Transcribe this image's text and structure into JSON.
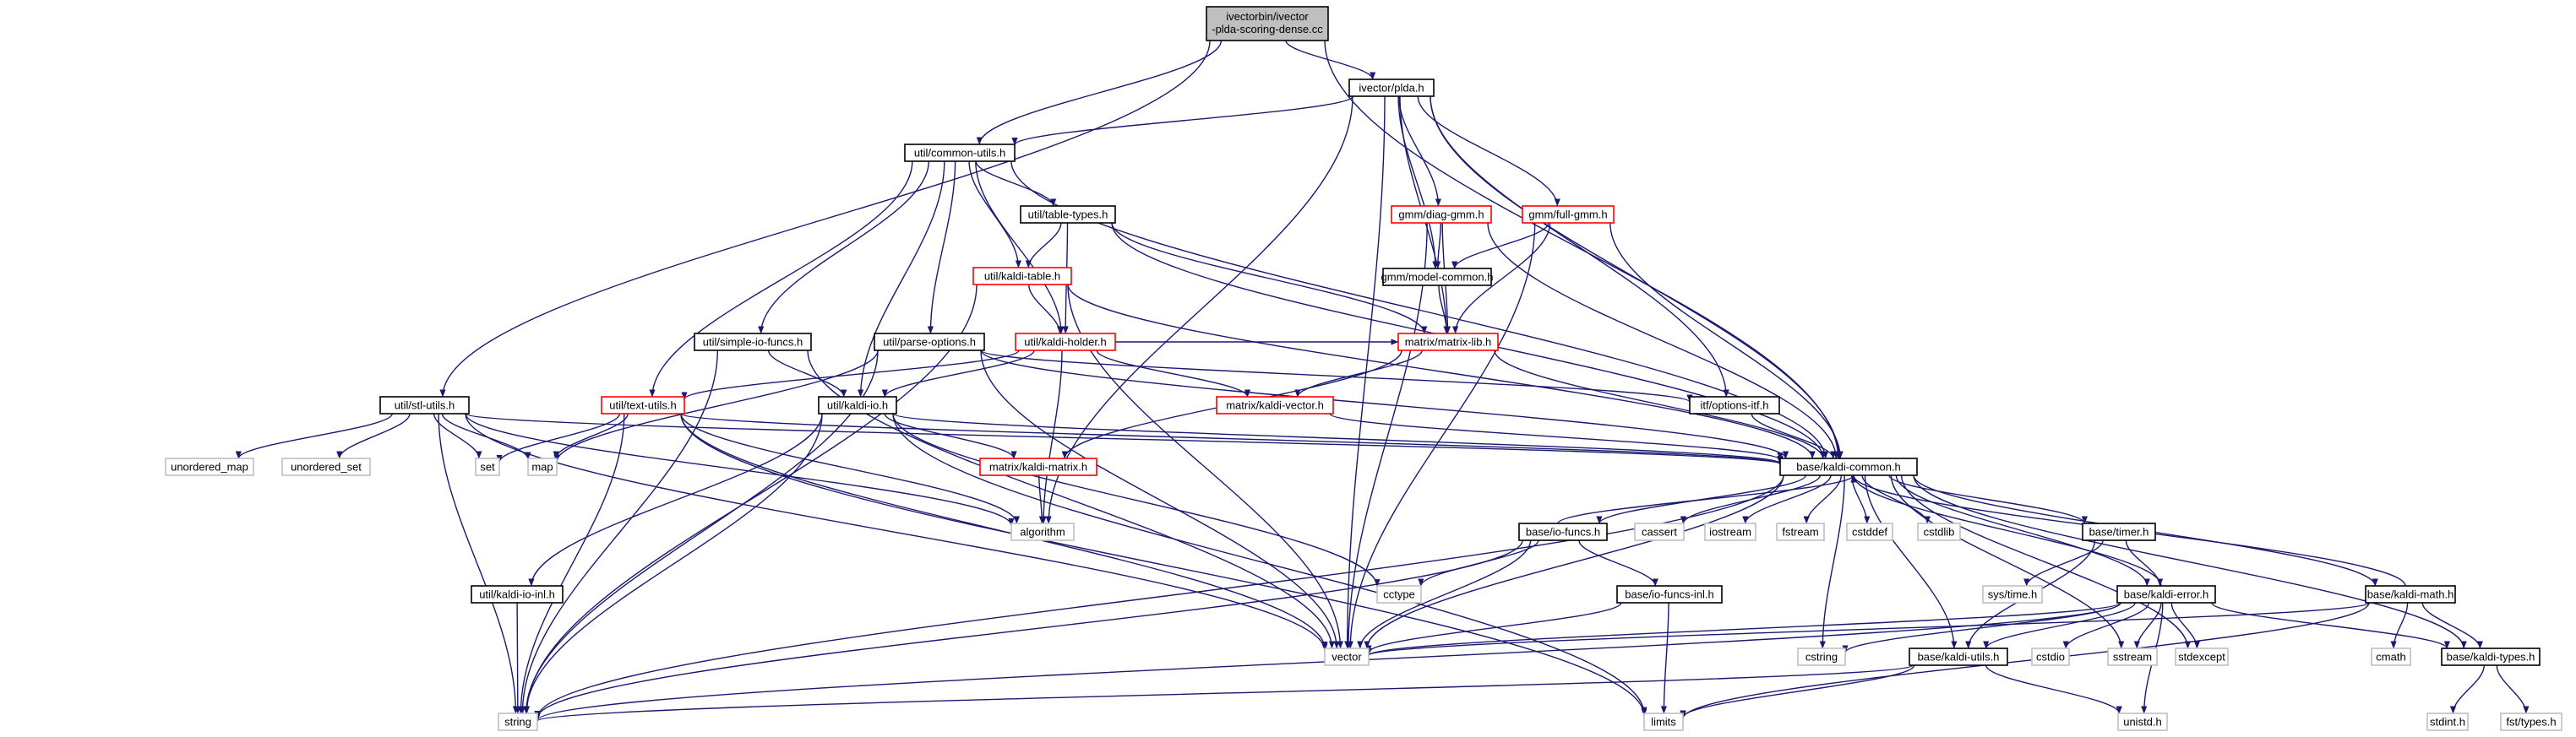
{
  "colors": {
    "edge": "#191970",
    "root_fill": "#bfbfbf",
    "root_stroke": "#000000",
    "normal_stroke": "#000000",
    "truncated_stroke": "#ff0000",
    "external_stroke": "#bfbfbf",
    "node_fill": "#ffffff"
  },
  "nodes": [
    {
      "id": "root",
      "label": "ivectorbin/ivector\n-plda-scoring-dense.cc",
      "kind": "root"
    },
    {
      "id": "plda",
      "label": "ivector/plda.h",
      "kind": "normal"
    },
    {
      "id": "common_utils",
      "label": "util/common-utils.h",
      "kind": "normal"
    },
    {
      "id": "table_types",
      "label": "util/table-types.h",
      "kind": "normal"
    },
    {
      "id": "diag_gmm",
      "label": "gmm/diag-gmm.h",
      "kind": "truncated"
    },
    {
      "id": "full_gmm",
      "label": "gmm/full-gmm.h",
      "kind": "truncated"
    },
    {
      "id": "kaldi_table",
      "label": "util/kaldi-table.h",
      "kind": "truncated"
    },
    {
      "id": "model_common",
      "label": "gmm/model-common.h",
      "kind": "normal"
    },
    {
      "id": "simple_io",
      "label": "util/simple-io-funcs.h",
      "kind": "normal"
    },
    {
      "id": "parse_options",
      "label": "util/parse-options.h",
      "kind": "normal"
    },
    {
      "id": "kaldi_holder",
      "label": "util/kaldi-holder.h",
      "kind": "truncated"
    },
    {
      "id": "matrix_lib",
      "label": "matrix/matrix-lib.h",
      "kind": "truncated"
    },
    {
      "id": "stl_utils",
      "label": "util/stl-utils.h",
      "kind": "normal"
    },
    {
      "id": "text_utils",
      "label": "util/text-utils.h",
      "kind": "truncated"
    },
    {
      "id": "kaldi_io",
      "label": "util/kaldi-io.h",
      "kind": "normal"
    },
    {
      "id": "kaldi_vector",
      "label": "matrix/kaldi-vector.h",
      "kind": "truncated"
    },
    {
      "id": "options_itf",
      "label": "itf/options-itf.h",
      "kind": "normal"
    },
    {
      "id": "unordered_map",
      "label": "unordered_map",
      "kind": "external"
    },
    {
      "id": "unordered_set",
      "label": "unordered_set",
      "kind": "external"
    },
    {
      "id": "set",
      "label": "set",
      "kind": "external"
    },
    {
      "id": "map",
      "label": "map",
      "kind": "external"
    },
    {
      "id": "kaldi_matrix",
      "label": "matrix/kaldi-matrix.h",
      "kind": "truncated"
    },
    {
      "id": "kaldi_common",
      "label": "base/kaldi-common.h",
      "kind": "normal"
    },
    {
      "id": "algorithm",
      "label": "algorithm",
      "kind": "external"
    },
    {
      "id": "io_funcs",
      "label": "base/io-funcs.h",
      "kind": "normal"
    },
    {
      "id": "cassert",
      "label": "cassert",
      "kind": "external"
    },
    {
      "id": "iostream",
      "label": "iostream",
      "kind": "external"
    },
    {
      "id": "fstream",
      "label": "fstream",
      "kind": "external"
    },
    {
      "id": "cstddef",
      "label": "cstddef",
      "kind": "external"
    },
    {
      "id": "cstdlib",
      "label": "cstdlib",
      "kind": "external"
    },
    {
      "id": "timer",
      "label": "base/timer.h",
      "kind": "normal"
    },
    {
      "id": "cctype",
      "label": "cctype",
      "kind": "external"
    },
    {
      "id": "sys_time",
      "label": "sys/time.h",
      "kind": "external"
    },
    {
      "id": "kaldi_io_inl",
      "label": "util/kaldi-io-inl.h",
      "kind": "normal"
    },
    {
      "id": "io_funcs_inl",
      "label": "base/io-funcs-inl.h",
      "kind": "normal"
    },
    {
      "id": "kaldi_error",
      "label": "base/kaldi-error.h",
      "kind": "normal"
    },
    {
      "id": "kaldi_math",
      "label": "base/kaldi-math.h",
      "kind": "normal"
    },
    {
      "id": "vector",
      "label": "vector",
      "kind": "external"
    },
    {
      "id": "cstring",
      "label": "cstring",
      "kind": "external"
    },
    {
      "id": "kaldi_utils",
      "label": "base/kaldi-utils.h",
      "kind": "normal"
    },
    {
      "id": "cstdio",
      "label": "cstdio",
      "kind": "external"
    },
    {
      "id": "sstream",
      "label": "sstream",
      "kind": "external"
    },
    {
      "id": "stdexcept",
      "label": "stdexcept",
      "kind": "external"
    },
    {
      "id": "cmath",
      "label": "cmath",
      "kind": "external"
    },
    {
      "id": "kaldi_types",
      "label": "base/kaldi-types.h",
      "kind": "normal"
    },
    {
      "id": "string",
      "label": "string",
      "kind": "external"
    },
    {
      "id": "limits",
      "label": "limits",
      "kind": "external"
    },
    {
      "id": "unistd",
      "label": "unistd.h",
      "kind": "external"
    },
    {
      "id": "stdint",
      "label": "stdint.h",
      "kind": "external"
    },
    {
      "id": "fst_types",
      "label": "fst/types.h",
      "kind": "external"
    }
  ],
  "edges": [
    [
      "root",
      "plda"
    ],
    [
      "root",
      "common_utils"
    ],
    [
      "root",
      "stl_utils"
    ],
    [
      "root",
      "kaldi_common"
    ],
    [
      "plda",
      "common_utils"
    ],
    [
      "plda",
      "diag_gmm"
    ],
    [
      "plda",
      "full_gmm"
    ],
    [
      "plda",
      "model_common"
    ],
    [
      "plda",
      "matrix_lib"
    ],
    [
      "plda",
      "options_itf"
    ],
    [
      "plda",
      "kaldi_common"
    ],
    [
      "plda",
      "algorithm"
    ],
    [
      "plda",
      "vector"
    ],
    [
      "common_utils",
      "table_types"
    ],
    [
      "common_utils",
      "kaldi_table"
    ],
    [
      "common_utils",
      "kaldi_holder"
    ],
    [
      "common_utils",
      "simple_io"
    ],
    [
      "common_utils",
      "parse_options"
    ],
    [
      "common_utils",
      "kaldi_io"
    ],
    [
      "common_utils",
      "text_utils"
    ],
    [
      "common_utils",
      "kaldi_common"
    ],
    [
      "table_types",
      "kaldi_table"
    ],
    [
      "table_types",
      "kaldi_holder"
    ],
    [
      "table_types",
      "matrix_lib"
    ],
    [
      "table_types",
      "kaldi_common"
    ],
    [
      "diag_gmm",
      "model_common"
    ],
    [
      "diag_gmm",
      "matrix_lib"
    ],
    [
      "diag_gmm",
      "kaldi_common"
    ],
    [
      "diag_gmm",
      "vector"
    ],
    [
      "full_gmm",
      "model_common"
    ],
    [
      "full_gmm",
      "matrix_lib"
    ],
    [
      "full_gmm",
      "kaldi_common"
    ],
    [
      "full_gmm",
      "vector"
    ],
    [
      "kaldi_table",
      "kaldi_holder"
    ],
    [
      "kaldi_table",
      "kaldi_common"
    ],
    [
      "kaldi_table",
      "vector"
    ],
    [
      "kaldi_table",
      "string"
    ],
    [
      "model_common",
      "matrix_lib"
    ],
    [
      "simple_io",
      "kaldi_io"
    ],
    [
      "simple_io",
      "vector"
    ],
    [
      "simple_io",
      "string"
    ],
    [
      "parse_options",
      "options_itf"
    ],
    [
      "parse_options",
      "kaldi_common"
    ],
    [
      "parse_options",
      "map"
    ],
    [
      "parse_options",
      "vector"
    ],
    [
      "parse_options",
      "string"
    ],
    [
      "kaldi_holder",
      "kaldi_io"
    ],
    [
      "kaldi_holder",
      "text_utils"
    ],
    [
      "kaldi_holder",
      "matrix_lib"
    ],
    [
      "kaldi_holder",
      "kaldi_vector"
    ],
    [
      "kaldi_holder",
      "algorithm"
    ],
    [
      "matrix_lib",
      "kaldi_vector"
    ],
    [
      "matrix_lib",
      "kaldi_matrix"
    ],
    [
      "matrix_lib",
      "kaldi_common"
    ],
    [
      "stl_utils",
      "unordered_map"
    ],
    [
      "stl_utils",
      "unordered_set"
    ],
    [
      "stl_utils",
      "set"
    ],
    [
      "stl_utils",
      "map"
    ],
    [
      "stl_utils",
      "algorithm"
    ],
    [
      "stl_utils",
      "kaldi_common"
    ],
    [
      "stl_utils",
      "vector"
    ],
    [
      "stl_utils",
      "string"
    ],
    [
      "text_utils",
      "set"
    ],
    [
      "text_utils",
      "map"
    ],
    [
      "text_utils",
      "algorithm"
    ],
    [
      "text_utils",
      "kaldi_common"
    ],
    [
      "text_utils",
      "vector"
    ],
    [
      "text_utils",
      "string"
    ],
    [
      "text_utils",
      "limits"
    ],
    [
      "kaldi_io",
      "kaldi_matrix"
    ],
    [
      "kaldi_io",
      "kaldi_common"
    ],
    [
      "kaldi_io",
      "kaldi_io_inl"
    ],
    [
      "kaldi_io",
      "cctype"
    ],
    [
      "kaldi_io",
      "string"
    ],
    [
      "kaldi_io",
      "limits"
    ],
    [
      "kaldi_vector",
      "kaldi_common"
    ],
    [
      "options_itf",
      "kaldi_common"
    ],
    [
      "kaldi_matrix",
      "algorithm"
    ],
    [
      "kaldi_common",
      "io_funcs"
    ],
    [
      "kaldi_common",
      "cassert"
    ],
    [
      "kaldi_common",
      "iostream"
    ],
    [
      "kaldi_common",
      "fstream"
    ],
    [
      "kaldi_common",
      "cstddef"
    ],
    [
      "kaldi_common",
      "cstdlib"
    ],
    [
      "kaldi_common",
      "timer"
    ],
    [
      "kaldi_common",
      "kaldi_error"
    ],
    [
      "kaldi_common",
      "kaldi_math"
    ],
    [
      "kaldi_common",
      "kaldi_types"
    ],
    [
      "kaldi_common",
      "kaldi_utils"
    ],
    [
      "kaldi_common",
      "vector"
    ],
    [
      "kaldi_common",
      "string"
    ],
    [
      "kaldi_common",
      "cstring"
    ],
    [
      "kaldi_common",
      "sstream"
    ],
    [
      "kaldi_common",
      "stdexcept"
    ],
    [
      "io_funcs",
      "kaldi_common"
    ],
    [
      "io_funcs",
      "io_funcs_inl"
    ],
    [
      "io_funcs",
      "cctype"
    ],
    [
      "io_funcs",
      "vector"
    ],
    [
      "io_funcs",
      "string"
    ],
    [
      "timer",
      "sys_time"
    ],
    [
      "timer",
      "kaldi_error"
    ],
    [
      "timer",
      "kaldi_utils"
    ],
    [
      "kaldi_io_inl",
      "string"
    ],
    [
      "io_funcs_inl",
      "vector"
    ],
    [
      "io_funcs_inl",
      "limits"
    ],
    [
      "kaldi_error",
      "kaldi_common"
    ],
    [
      "kaldi_error",
      "kaldi_types"
    ],
    [
      "kaldi_error",
      "kaldi_utils"
    ],
    [
      "kaldi_error",
      "vector"
    ],
    [
      "kaldi_error",
      "string"
    ],
    [
      "kaldi_error",
      "cstring"
    ],
    [
      "kaldi_error",
      "cstdio"
    ],
    [
      "kaldi_error",
      "sstream"
    ],
    [
      "kaldi_error",
      "stdexcept"
    ],
    [
      "kaldi_error",
      "unistd"
    ],
    [
      "kaldi_math",
      "kaldi_common"
    ],
    [
      "kaldi_math",
      "kaldi_types"
    ],
    [
      "kaldi_math",
      "cmath"
    ],
    [
      "kaldi_math",
      "limits"
    ],
    [
      "kaldi_math",
      "vector"
    ],
    [
      "kaldi_utils",
      "string"
    ],
    [
      "kaldi_utils",
      "limits"
    ],
    [
      "kaldi_utils",
      "unistd"
    ],
    [
      "kaldi_types",
      "stdint"
    ],
    [
      "kaldi_types",
      "fst_types"
    ]
  ]
}
